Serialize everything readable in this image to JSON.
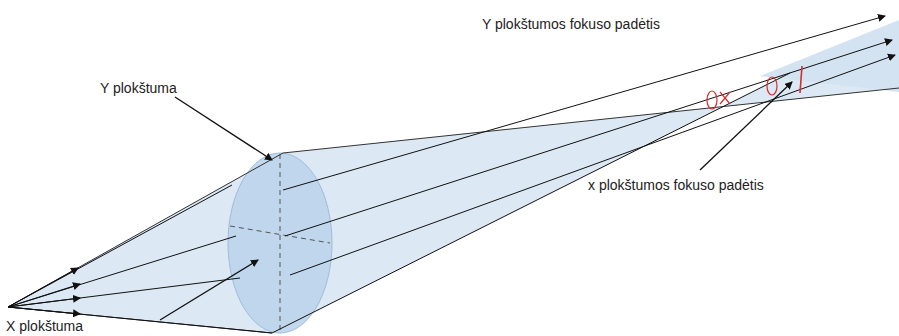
{
  "diagram": {
    "labels": [
      "Y plokštuma",
      "X plokštuma",
      "Y plokštumos fokuso padėtis",
      "x plokštumos fokuso padėtis"
    ]
  }
}
